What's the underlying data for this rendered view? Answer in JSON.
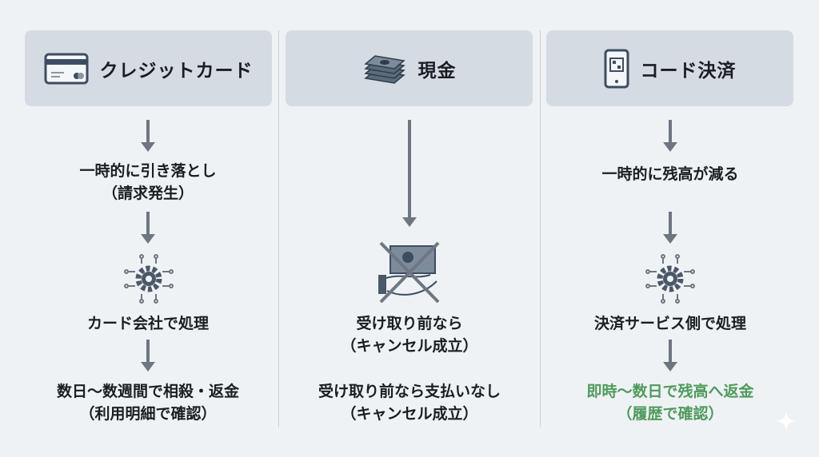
{
  "columns": [
    {
      "title": "クレジットカード",
      "icon": "credit-card-icon",
      "step1": [
        "一時的に引き落とし",
        "（請求発生）"
      ],
      "step2": "カード会社で処理",
      "result": [
        "数日〜数週間で相殺・返金",
        "（利用明細で確認）"
      ]
    },
    {
      "title": "現金",
      "icon": "cash-stack-icon",
      "step1": [
        "受け取り前なら",
        "（キャンセル成立）"
      ],
      "result": [
        "受け取り前なら支払いなし",
        "（キャンセル成立）"
      ]
    },
    {
      "title": "コード決済",
      "icon": "qr-phone-icon",
      "step1": "一時的に残高が減る",
      "step2": "決済サービス側で処理",
      "result": [
        "即時〜数日で残高へ返金",
        "（履歴で確認）"
      ]
    }
  ],
  "colors": {
    "header": "#d5dbe3",
    "arrow": "#6e7682",
    "accent_green": "#4f9a5c",
    "background": "#eff2f5"
  }
}
